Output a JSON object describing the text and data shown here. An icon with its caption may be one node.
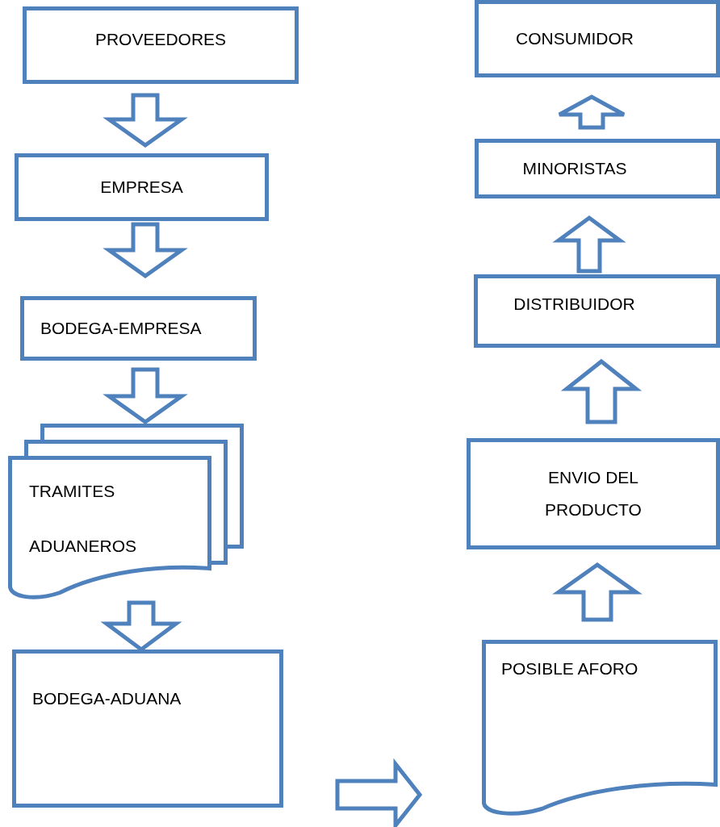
{
  "diagram": {
    "nodes": [
      {
        "text": [
          "PROVEEDORES"
        ]
      },
      {
        "text": [
          "EMPRESA"
        ]
      },
      {
        "text": [
          "BODEGA-EMPRESA"
        ]
      },
      {
        "text": [
          "TRAMITES ADUANEROS"
        ]
      },
      {
        "text": [
          "BODEGA-ADUANA"
        ]
      },
      {
        "text": [
          "POSIBLE AFORO"
        ]
      },
      {
        "text": [
          "ENVIO DEL PRODUCTO"
        ]
      },
      {
        "text": [
          "DISTRIBUIDOR"
        ]
      },
      {
        "text": [
          "MINORISTAS"
        ]
      },
      {
        "text": [
          "CONSUMIDOR"
        ]
      }
    ],
    "edges": [
      {
        "from": 0,
        "to": 1,
        "arrow": "to"
      },
      {
        "from": 1,
        "to": 2,
        "arrow": "to"
      },
      {
        "from": 2,
        "to": 3,
        "arrow": "to"
      },
      {
        "from": 3,
        "to": 4,
        "arrow": "to"
      },
      {
        "from": 4,
        "to": 5,
        "arrow": "to"
      },
      {
        "from": 5,
        "to": 6,
        "arrow": "to"
      },
      {
        "from": 6,
        "to": 7,
        "arrow": "to"
      },
      {
        "from": 7,
        "to": 8,
        "arrow": "to"
      },
      {
        "from": 8,
        "to": 9,
        "arrow": "to"
      }
    ]
  }
}
